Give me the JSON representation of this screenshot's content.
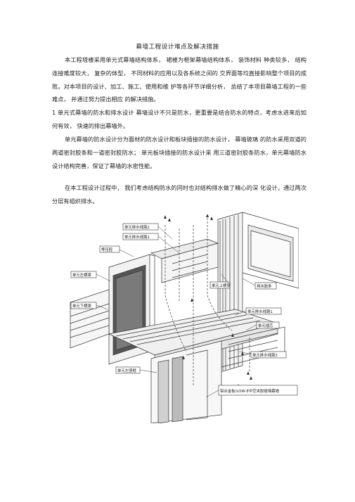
{
  "document": {
    "title": "幕墙工程设计难点及解决措施",
    "paragraphs": [
      "本工程塔楼采用单元式幕墙结构体系， 裙楼为框架幕墙结构体系， 装饰材料 种类较多， 结构连接难度较大， 复杂的体型， 不同材料的应用以及各系统之间的 交界面等均直接影响整个项目的成败。对本项目的设计、加工、施工、使用和维 护等各环节详细分析， 总结了本项目幕墙工程的一些难点， 并通过努力提出相应 的解决措施。",
      "1 单元式幕墙的防水和排水设计 幕墙设计不只是防水，更重要是结合防水的特点，考虑水进来后如何有效， 快速的排出幕墙外。",
      "单元幕墙的防水设计分为面材的防水设计和板块插接的防水设计， 幕墙玻璃 的防水采用双道的两道密封胶条和一道密封胶防水； 单元板块插接的防水设计采 用三道密封胶条防水，单元幕墙防水设计结构完善，保证了幕墙的水密性能。",
      "在本工程设计过程中， 我们考虑结构防水的同时也对结构排水做了精心的深 化设计，通过两次分层有组织排水。"
    ]
  },
  "figure": {
    "labels": {
      "drain1": "单元排水线路2",
      "drain2": "单元排水线路1",
      "drain3": "单元排水线路3",
      "seal": "等压腔",
      "left_block": "单元左横梁",
      "lower_beam": "单元下横梁",
      "up_rail": "单元上横梁",
      "water_strip": "排水胶条",
      "drain4": "单元排水线路1",
      "unit_plate": "单元插芯",
      "left_rail": "单元左竖框",
      "note": "铝合金板/LOW-E中空夹胶玻璃幕墙"
    }
  }
}
